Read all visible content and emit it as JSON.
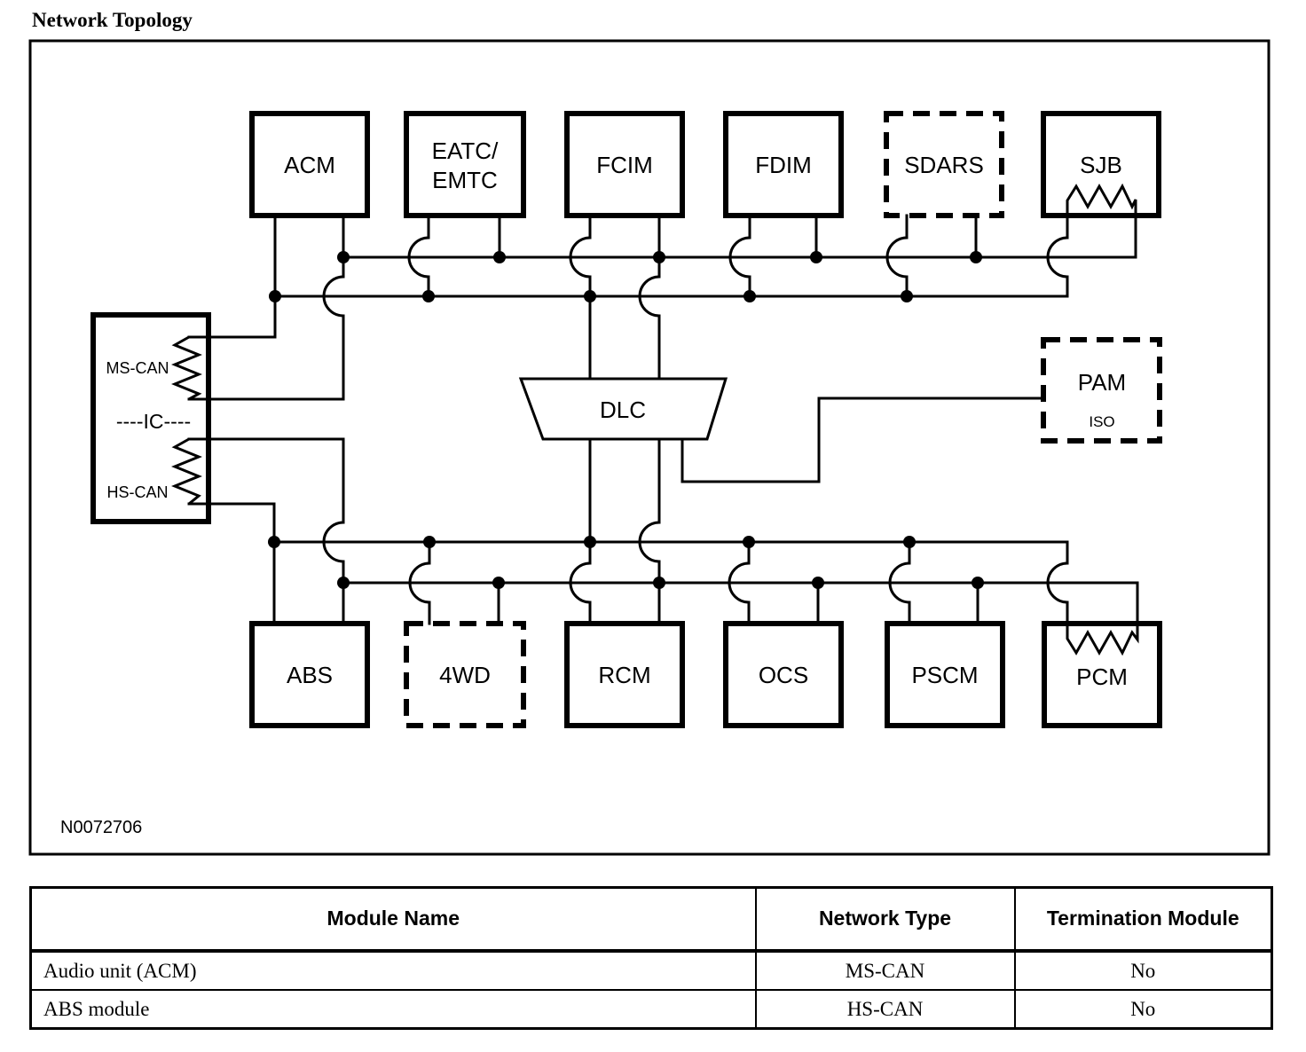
{
  "page_title": "Network Topology",
  "figure_label": "N0072706",
  "colors": {
    "ink": "#000000",
    "paper": "#ffffff"
  },
  "diagram": {
    "top_row_modules": [
      {
        "id": "acm",
        "label": "ACM",
        "border": "solid"
      },
      {
        "id": "eatc",
        "label_line1": "EATC/",
        "label_line2": "EMTC",
        "border": "solid"
      },
      {
        "id": "fcim",
        "label": "FCIM",
        "border": "solid"
      },
      {
        "id": "fdim",
        "label": "FDIM",
        "border": "solid"
      },
      {
        "id": "sdars",
        "label": "SDARS",
        "border": "dashed"
      },
      {
        "id": "sjb",
        "label": "SJB",
        "border": "solid",
        "has_termination_resistor": true
      }
    ],
    "bottom_row_modules": [
      {
        "id": "abs",
        "label": "ABS",
        "border": "solid"
      },
      {
        "id": "4wd",
        "label": "4WD",
        "border": "dashed"
      },
      {
        "id": "rcm",
        "label": "RCM",
        "border": "solid"
      },
      {
        "id": "ocs",
        "label": "OCS",
        "border": "solid"
      },
      {
        "id": "pscm",
        "label": "PSCM",
        "border": "solid"
      },
      {
        "id": "pcm",
        "label": "PCM",
        "border": "solid",
        "has_termination_resistor": true
      }
    ],
    "gateway_module": {
      "label": "----IC----",
      "ms_bus_label": "MS-CAN",
      "hs_bus_label": "HS-CAN",
      "has_termination_resistors": true
    },
    "connector": {
      "label": "DLC"
    },
    "pam_module": {
      "label": "PAM",
      "protocol_label": "ISO",
      "border": "dashed"
    }
  },
  "table": {
    "headers": [
      "Module Name",
      "Network Type",
      "Termination Module"
    ],
    "rows": [
      {
        "module": "Audio unit (ACM)",
        "network": "MS-CAN",
        "termination": "No"
      },
      {
        "module": "ABS module",
        "network": "HS-CAN",
        "termination": "No"
      }
    ]
  }
}
